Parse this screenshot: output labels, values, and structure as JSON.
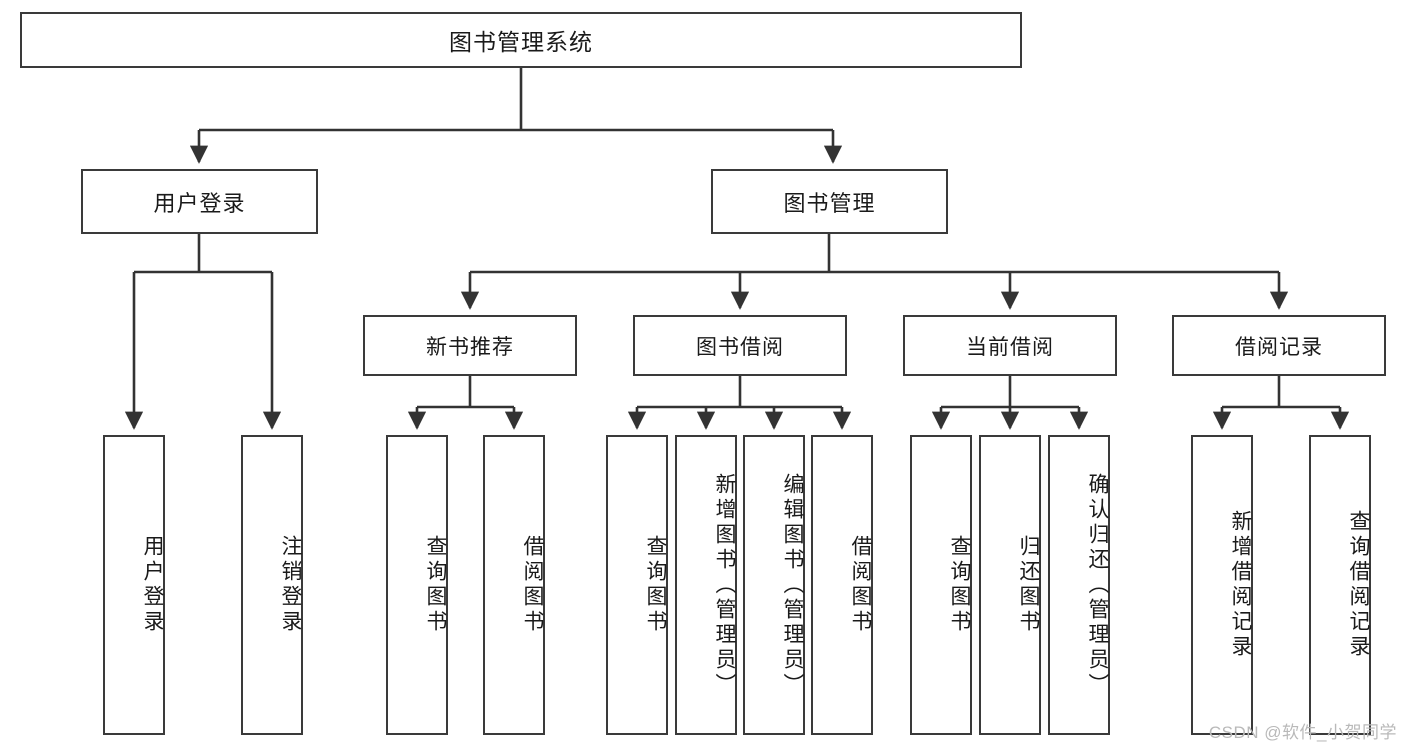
{
  "diagram": {
    "type": "tree-hierarchy",
    "title": "图书管理系统",
    "orientation": "top-down",
    "colors": {
      "box_border": "#3a3a3a",
      "box_fill": "#ffffff",
      "edge": "#333333",
      "text": "#1a1a1a",
      "watermark": "#b9b9b9",
      "background": "#ffffff"
    },
    "root": {
      "id": "root",
      "label": "图书管理系统"
    },
    "level1": [
      {
        "id": "l1-user-login",
        "label": "用户登录"
      },
      {
        "id": "l1-book-manage",
        "label": "图书管理"
      }
    ],
    "level2": [
      {
        "id": "l2-new-book-rec",
        "label": "新书推荐",
        "parent": "l1-book-manage"
      },
      {
        "id": "l2-book-borrow",
        "label": "图书借阅",
        "parent": "l1-book-manage"
      },
      {
        "id": "l2-current-borrow",
        "label": "当前借阅",
        "parent": "l1-book-manage"
      },
      {
        "id": "l2-borrow-record",
        "label": "借阅记录",
        "parent": "l1-book-manage"
      }
    ],
    "leaves": {
      "user_login": [
        {
          "id": "leaf-user-login",
          "label": "用户登录"
        },
        {
          "id": "leaf-logout-login",
          "label": "注销登录"
        }
      ],
      "new_book_rec": [
        {
          "id": "leaf-query-book-1",
          "label": "查询图书"
        },
        {
          "id": "leaf-borrow-book-1",
          "label": "借阅图书"
        }
      ],
      "book_borrow": [
        {
          "id": "leaf-query-book-2",
          "label": "查询图书"
        },
        {
          "id": "leaf-add-book",
          "label": "新增图书（管理员）"
        },
        {
          "id": "leaf-edit-book",
          "label": "编辑图书（管理员）"
        },
        {
          "id": "leaf-borrow-book-2",
          "label": "借阅图书"
        }
      ],
      "current_borrow": [
        {
          "id": "leaf-query-book-3",
          "label": "查询图书"
        },
        {
          "id": "leaf-return-book",
          "label": "归还图书"
        },
        {
          "id": "leaf-confirm-return",
          "label": "确认归还（管理员）"
        }
      ],
      "borrow_record": [
        {
          "id": "leaf-add-record",
          "label": "新增借阅记录"
        },
        {
          "id": "leaf-query-record",
          "label": "查询借阅记录"
        }
      ]
    }
  },
  "watermark": {
    "text": "CSDN @软件_小贺同学"
  }
}
